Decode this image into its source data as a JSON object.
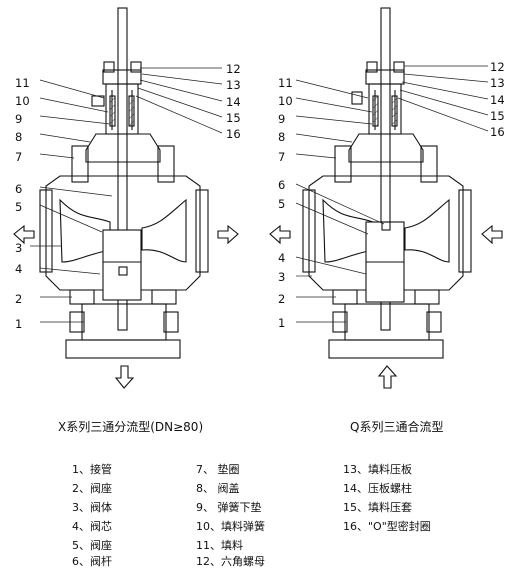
{
  "left_valve": {
    "caption": "X系列三通分流型(DN≥80)",
    "callouts": [
      "1",
      "2",
      "3",
      "4",
      "5",
      "6",
      "7",
      "8",
      "9",
      "10",
      "11",
      "12",
      "13",
      "14",
      "15",
      "16"
    ]
  },
  "right_valve": {
    "caption": "Q系列三通合流型",
    "callouts": [
      "1",
      "2",
      "3",
      "4",
      "5",
      "6",
      "7",
      "8",
      "9",
      "10",
      "11",
      "12",
      "13",
      "14",
      "15",
      "16"
    ]
  },
  "legend": [
    "1、接管",
    "2、阀座",
    "3、阀体",
    "4、阀芯",
    "5、阀座",
    "6、阀杆",
    "7、 垫圈",
    "8、 阀盖",
    "9、 弹簧下垫",
    "10、填料弹簧",
    "11、填料",
    "12、六角螺母",
    "13、填料压板",
    "14、压板螺柱",
    "15、填料压套",
    "16、\"O\"型密封圈"
  ]
}
